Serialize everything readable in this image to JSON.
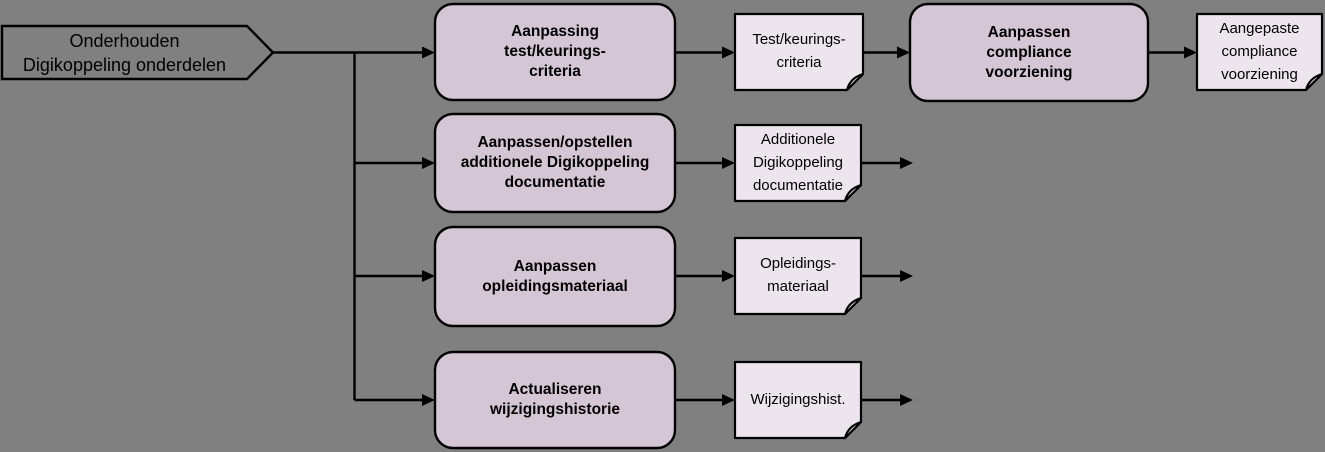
{
  "diagram": {
    "background": "#808080",
    "colors": {
      "process_fill": "#d5c6d6",
      "document_fill": "#ece5ee",
      "start_fill": "#808080",
      "stroke": "#000000"
    },
    "start": {
      "label": "Onderhouden\nDigikoppeling onderdelen"
    },
    "rows": [
      {
        "process": "Aanpassing\ntest/keurings-\ncriteria",
        "document": "Test/keurings-\ncriteria"
      },
      {
        "process": "Aanpassen/opstellen\nadditionele Digikoppeling\ndocumentatie",
        "document": "Additionele\nDigikoppeling\ndocumentatie"
      },
      {
        "process": "Aanpassen\nopleidingsmateriaal",
        "document": "Opleidings-\nmateriaal"
      },
      {
        "process": "Actualiseren\nwijzigingshistorie",
        "document": "Wijzigingshist."
      }
    ],
    "chain_row1": {
      "process": "Aanpassen\ncompliance\nvoorziening",
      "document": "Aangepaste\ncompliance\nvoorziening"
    }
  }
}
